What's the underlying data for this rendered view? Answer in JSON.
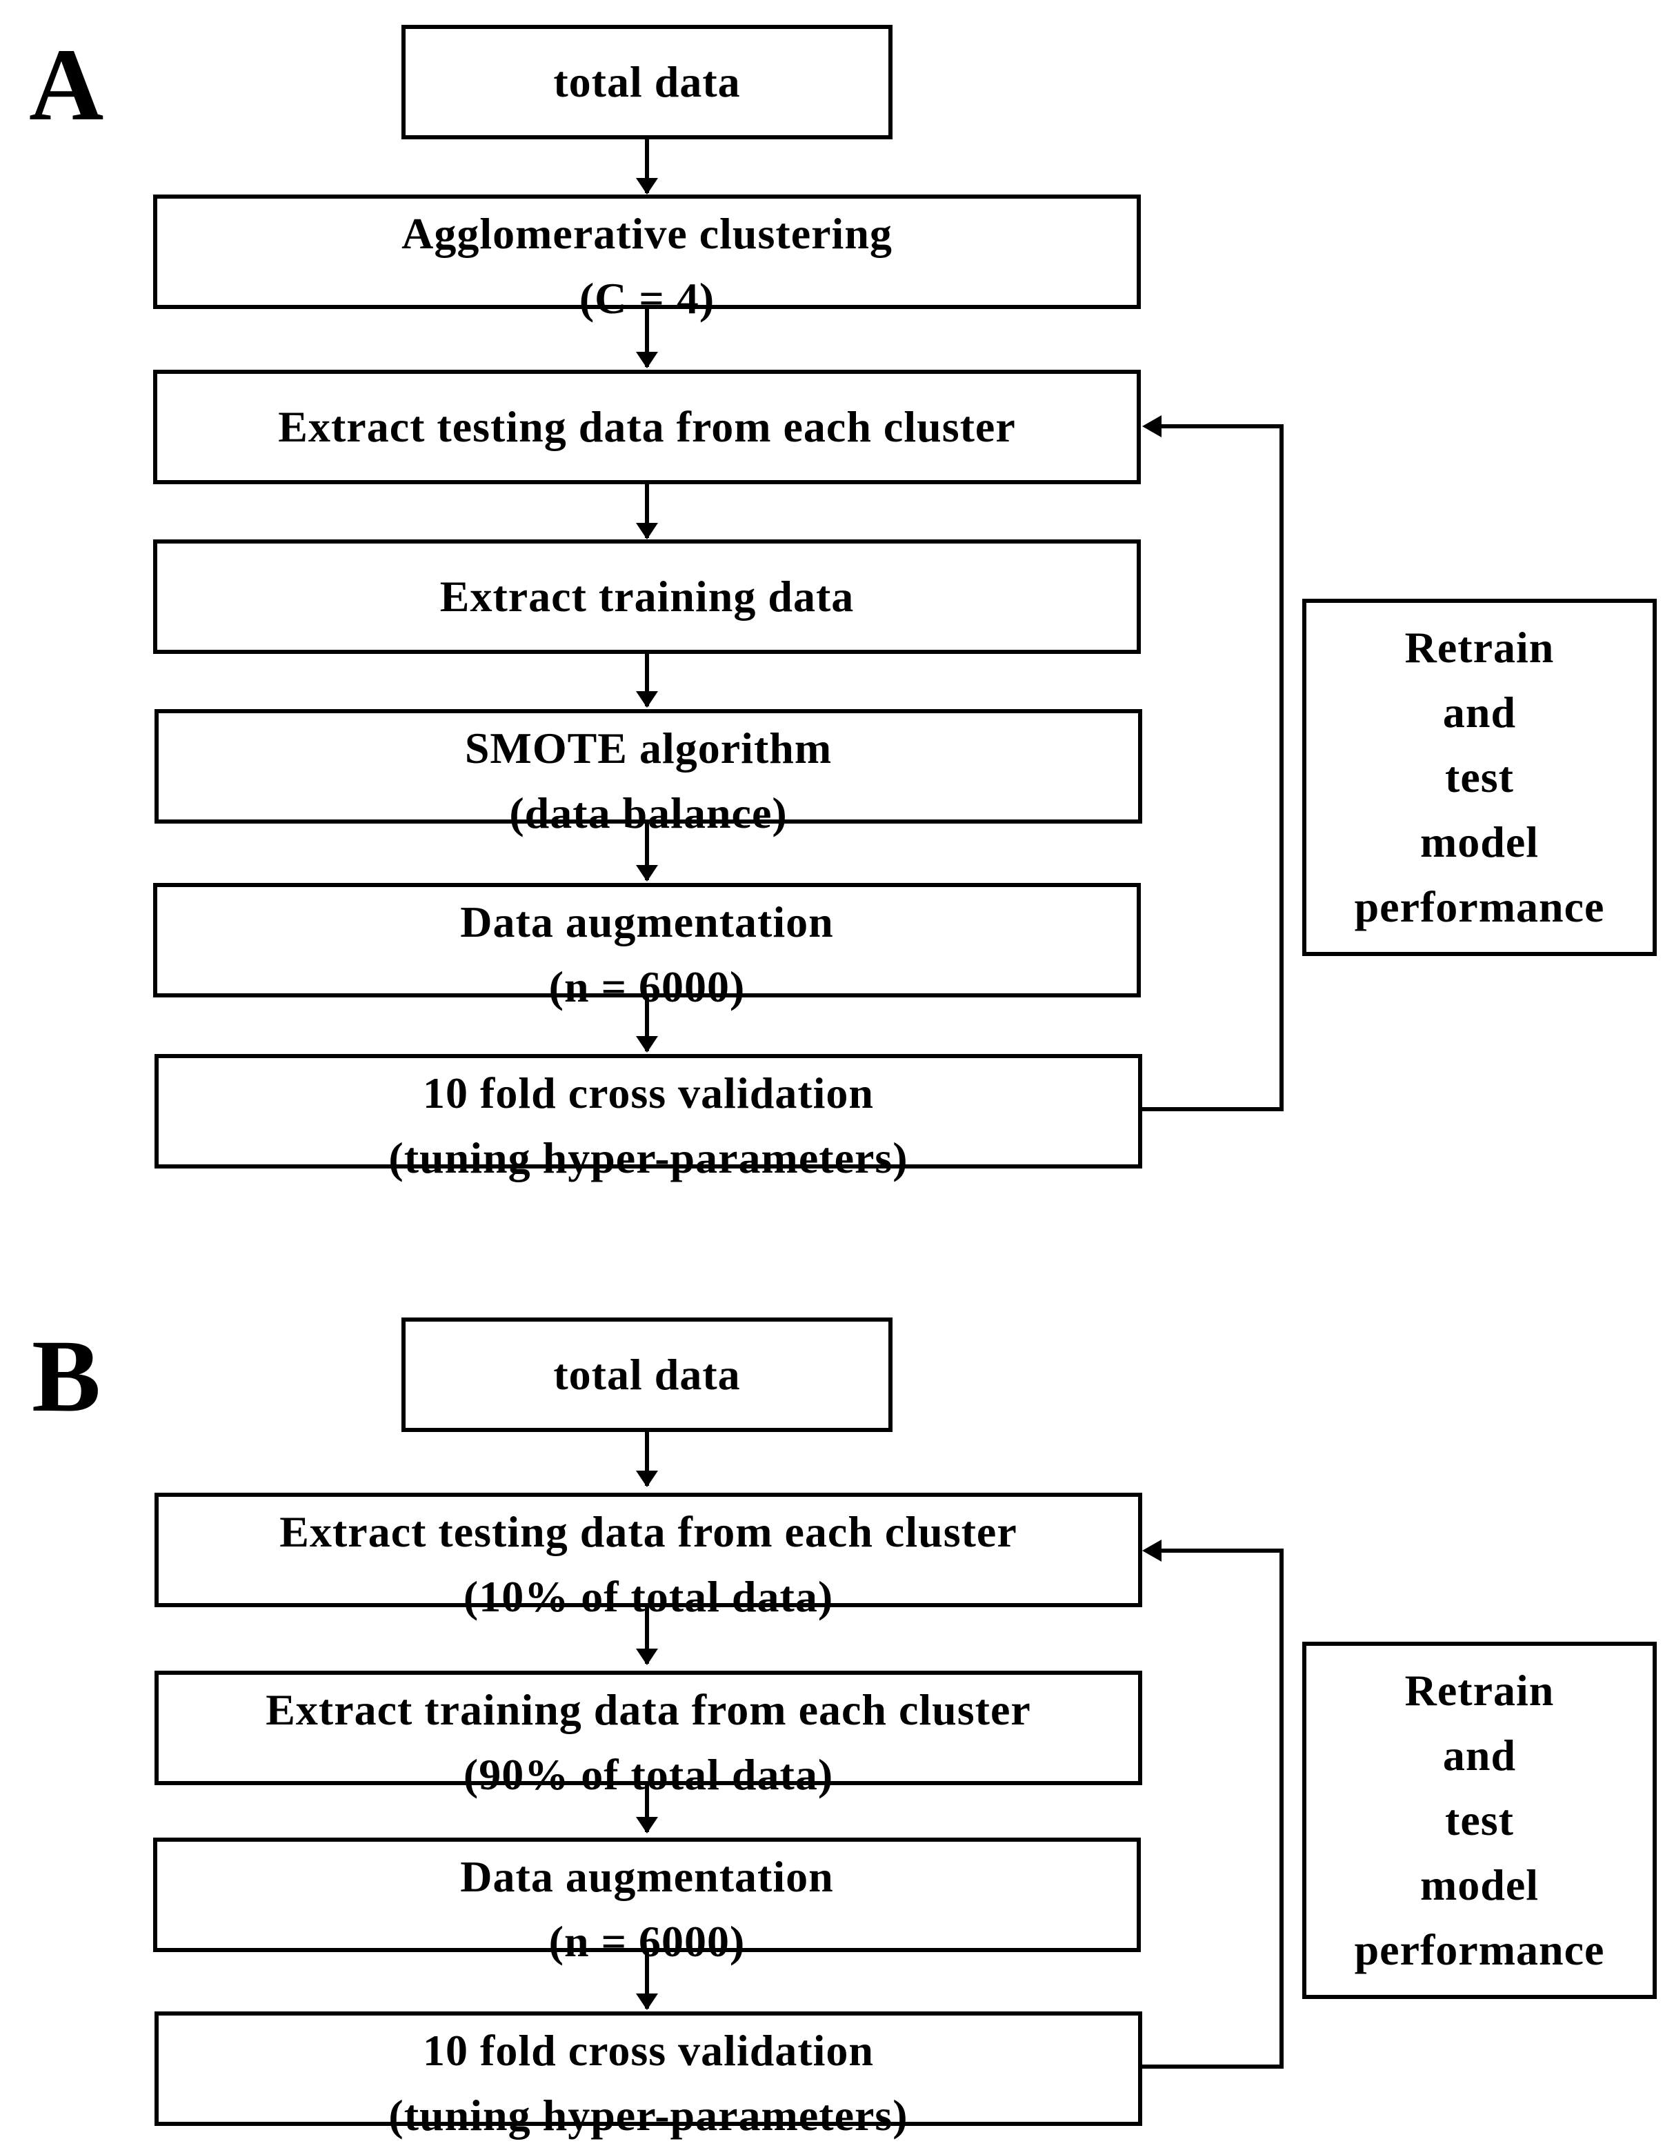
{
  "panels": {
    "a": {
      "label": "A",
      "boxes": {
        "total": {
          "lines": [
            "total data"
          ]
        },
        "agglomerative": {
          "lines": [
            "Agglomerative clustering",
            "(C = 4)"
          ]
        },
        "extract_testing": {
          "lines": [
            "Extract testing data from each cluster"
          ]
        },
        "extract_training": {
          "lines": [
            "Extract training data"
          ]
        },
        "smote": {
          "lines": [
            "SMOTE algorithm",
            "(data balance)"
          ]
        },
        "augmentation": {
          "lines": [
            "Data augmentation",
            "(n = 6000)"
          ]
        },
        "cross_validation": {
          "lines": [
            "10 fold cross validation",
            "(tuning hyper-parameters)"
          ]
        }
      },
      "side_box": {
        "lines": [
          "Retrain",
          "and",
          "test",
          "model",
          "performance"
        ]
      }
    },
    "b": {
      "label": "B",
      "boxes": {
        "total": {
          "lines": [
            "total data"
          ]
        },
        "extract_testing": {
          "lines": [
            "Extract testing data from each cluster",
            "(10% of total data)"
          ]
        },
        "extract_training": {
          "lines": [
            "Extract training data from each cluster",
            "(90% of total data)"
          ]
        },
        "augmentation": {
          "lines": [
            "Data augmentation",
            "(n = 6000)"
          ]
        },
        "cross_validation": {
          "lines": [
            "10 fold cross validation",
            "(tuning hyper-parameters)"
          ]
        }
      },
      "side_box": {
        "lines": [
          "Retrain",
          "and",
          "test",
          "model",
          "performance"
        ]
      }
    }
  }
}
